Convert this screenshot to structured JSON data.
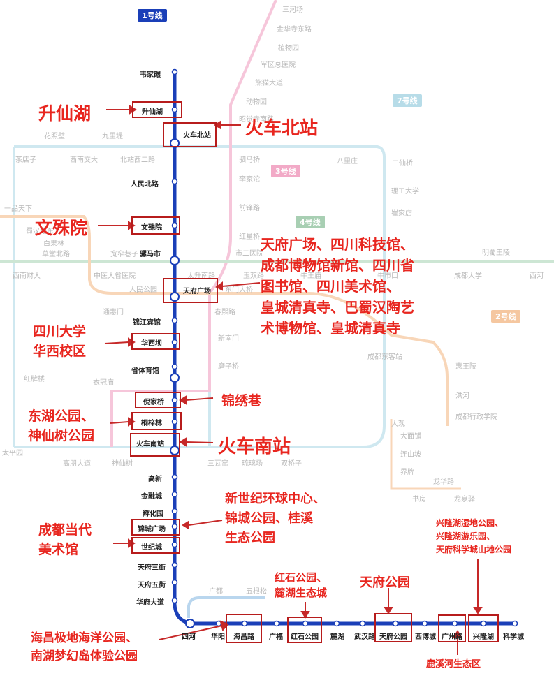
{
  "title_badge": "1号线",
  "line_labels": {
    "line7": "7号线",
    "line3": "3号线",
    "line4": "4号线",
    "line2": "2号线"
  },
  "colors": {
    "line1": "#1a3fb8",
    "line2": "#f5c7a0",
    "line3": "#f2aac7",
    "line4": "#a8cfb3",
    "line7": "#b7dce8",
    "annotation": "#e8261f",
    "box": "#b71c1c"
  },
  "line1_stations": [
    "韦家碾",
    "升仙湖",
    "火车北站",
    "人民北路",
    "文殊院",
    "骡马市",
    "天府广场",
    "锦江宾馆",
    "华西坝",
    "省体育馆",
    "倪家桥",
    "桐梓林",
    "火车南站",
    "高新",
    "金融城",
    "孵化园",
    "锦城广场",
    "世纪城",
    "天府三街",
    "天府五街",
    "华府大道",
    "四河",
    "华阳",
    "海昌路",
    "广福",
    "红石公园",
    "麓湖",
    "武汉路",
    "天府公园",
    "西博城",
    "广州路",
    "兴隆湖",
    "科学城"
  ],
  "background_stations": [
    "三河场",
    "金华寺东路",
    "植物园",
    "军区总医院",
    "熊猫大道",
    "动物园",
    "昭觉寺南路",
    "花照壁",
    "九里堤",
    "茶店子",
    "西南交大",
    "北站西二路",
    "驷马桥",
    "李家沱",
    "前锋路",
    "红星桥",
    "市二医院",
    "八里庄",
    "二仙桥",
    "理工大学",
    "崔家店",
    "一品天下",
    "蜀汉路东",
    "白果林",
    "草堂北路",
    "宽窄巷子",
    "西南财大",
    "中医大省医院",
    "太升南路",
    "玉双路",
    "牛王庙",
    "牛市口",
    "成都大学",
    "明蜀王陵",
    "西河",
    "人民公园",
    "东门大桥",
    "通惠门",
    "春熙路",
    "新南门",
    "磨子桥",
    "成都东客站",
    "惠王陵",
    "洪河",
    "成都行政学院",
    "红牌楼",
    "衣冠庙",
    "大观",
    "大面铺",
    "连山坡",
    "界牌",
    "龙华路",
    "书房",
    "龙泉驿",
    "太平园",
    "高朋大道",
    "神仙树",
    "三瓦窑",
    "琉璃场",
    "双桥子",
    "广都",
    "五根松"
  ],
  "annotations": {
    "shengxianhu": "升仙湖",
    "huochebeizhan": "火车北站",
    "wenshuyuan": "文殊院",
    "tianfuguangchang": "天府广场、四川科技馆、\n成都博物馆新馆、四川省\n图书馆、四川美术馆、\n皇城清真寺、巴蜀汉陶艺\n术博物馆、皇城清真寺",
    "huaxiba": "四川大学\n华西校区",
    "nijiaqiao": "锦绣巷",
    "tongzilin": "东湖公园、\n神仙树公园",
    "huochenanzhan": "火车南站",
    "jinchengguangchang": "新世纪环球中心、\n锦城公园、桂溪\n生态公园",
    "shijicheng": "成都当代\n美术馆",
    "haichanglu": "海昌极地海洋公园、\n南湖梦幻岛体验公园",
    "hongshigongyuan": "红石公园、\n麓湖生态城",
    "tianfugongyuan": "天府公园",
    "guangzhoulu": "鹿溪河生态区",
    "xinglonghu": "兴隆湖湿地公园、\n兴隆湖游乐园、\n天府科学城山地公园"
  }
}
